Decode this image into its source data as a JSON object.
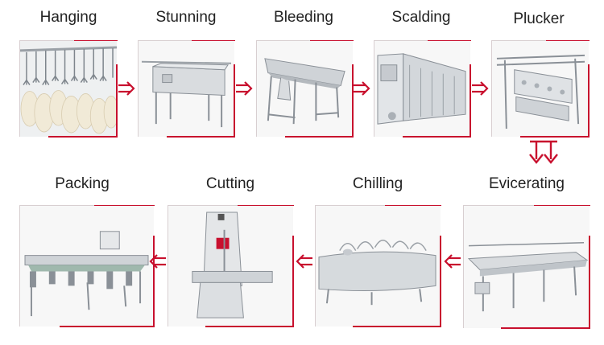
{
  "colors": {
    "accent": "#c8102e",
    "steel": "#b9bec4",
    "steel_dark": "#8a9097",
    "chicken": "#f1ead7"
  },
  "steps": [
    {
      "id": "hanging",
      "label": "Hanging",
      "icon": "hanging-line-photo"
    },
    {
      "id": "stunning",
      "label": "Stunning",
      "icon": "stunning-tank-photo"
    },
    {
      "id": "bleeding",
      "label": "Bleeding",
      "icon": "bleeding-trough-photo"
    },
    {
      "id": "scalding",
      "label": "Scalding",
      "icon": "scalding-machine-photo"
    },
    {
      "id": "plucker",
      "label": "Plucker",
      "icon": "plucker-machine-photo"
    },
    {
      "id": "evicerating",
      "label": "Evicerating",
      "icon": "evisceration-table-photo"
    },
    {
      "id": "chilling",
      "label": "Chilling",
      "icon": "spiral-chiller-photo"
    },
    {
      "id": "cutting",
      "label": "Cutting",
      "icon": "band-saw-photo"
    },
    {
      "id": "packing",
      "label": "Packing",
      "icon": "weighing-grader-photo"
    }
  ]
}
